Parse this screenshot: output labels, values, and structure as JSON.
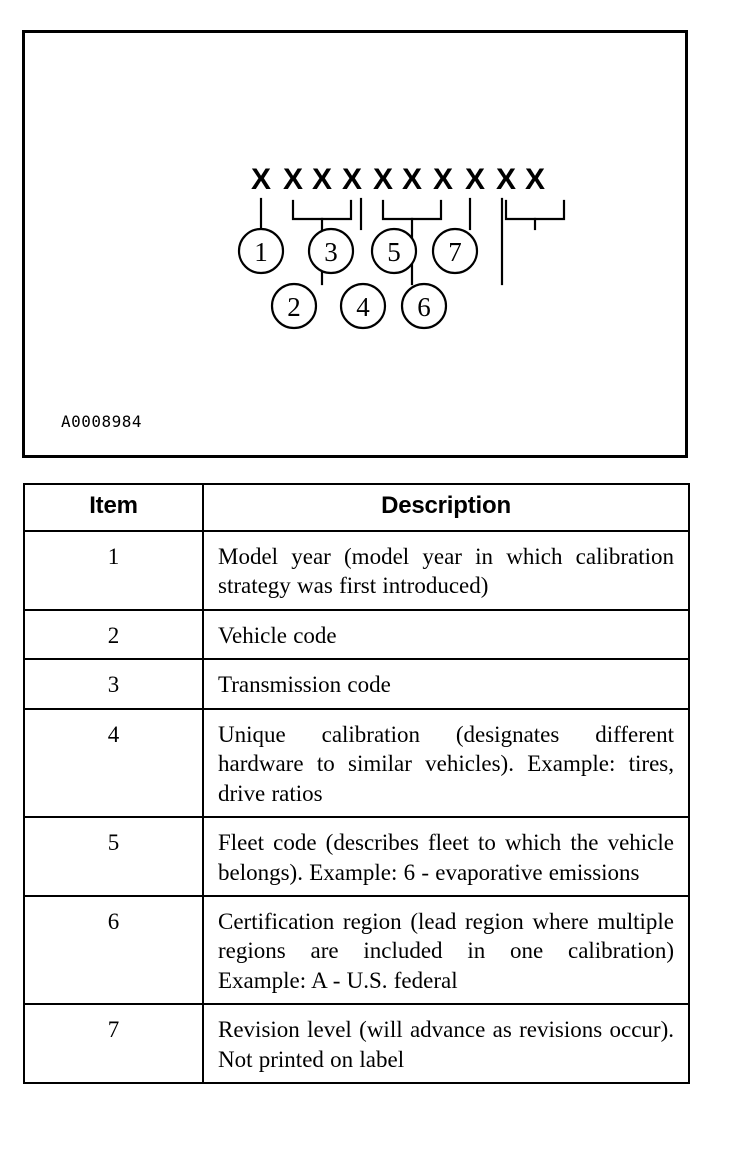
{
  "figure": {
    "id_label": "A0008984",
    "code_pattern": "X XX X XX X X XX",
    "segments": [
      {
        "chars": "X",
        "callout": "1",
        "row": "upper"
      },
      {
        "chars": "XX",
        "callout": "2",
        "row": "lower"
      },
      {
        "chars": "X",
        "callout": "3",
        "row": "upper"
      },
      {
        "chars": "XX",
        "callout": "4",
        "row": "lower"
      },
      {
        "chars": "X",
        "callout": "5",
        "row": "upper"
      },
      {
        "chars": "X",
        "callout": "6",
        "row": "lower"
      },
      {
        "chars": "XX",
        "callout": "7",
        "row": "upper"
      }
    ],
    "callouts": [
      "1",
      "2",
      "3",
      "4",
      "5",
      "6",
      "7"
    ],
    "colors": {
      "line": "#000000",
      "background": "#ffffff"
    }
  },
  "table": {
    "headers": [
      "Item",
      "Description"
    ],
    "rows": [
      {
        "item": "1",
        "description": "Model year (model year in which calibration strategy was first introduced)"
      },
      {
        "item": "2",
        "description": "Vehicle code"
      },
      {
        "item": "3",
        "description": "Transmission code"
      },
      {
        "item": "4",
        "description": "Unique calibration (designates different hardware to similar vehicles). Example: tires, drive ratios"
      },
      {
        "item": "5",
        "description": "Fleet code (describes fleet to which the vehicle belongs). Example: 6 - evaporative emissions"
      },
      {
        "item": "6",
        "description": "Certification region (lead region where multiple regions are included in one calibration) Example: A - U.S. federal"
      },
      {
        "item": "7",
        "description": "Revision level (will advance as revisions occur). Not printed on label"
      }
    ]
  }
}
